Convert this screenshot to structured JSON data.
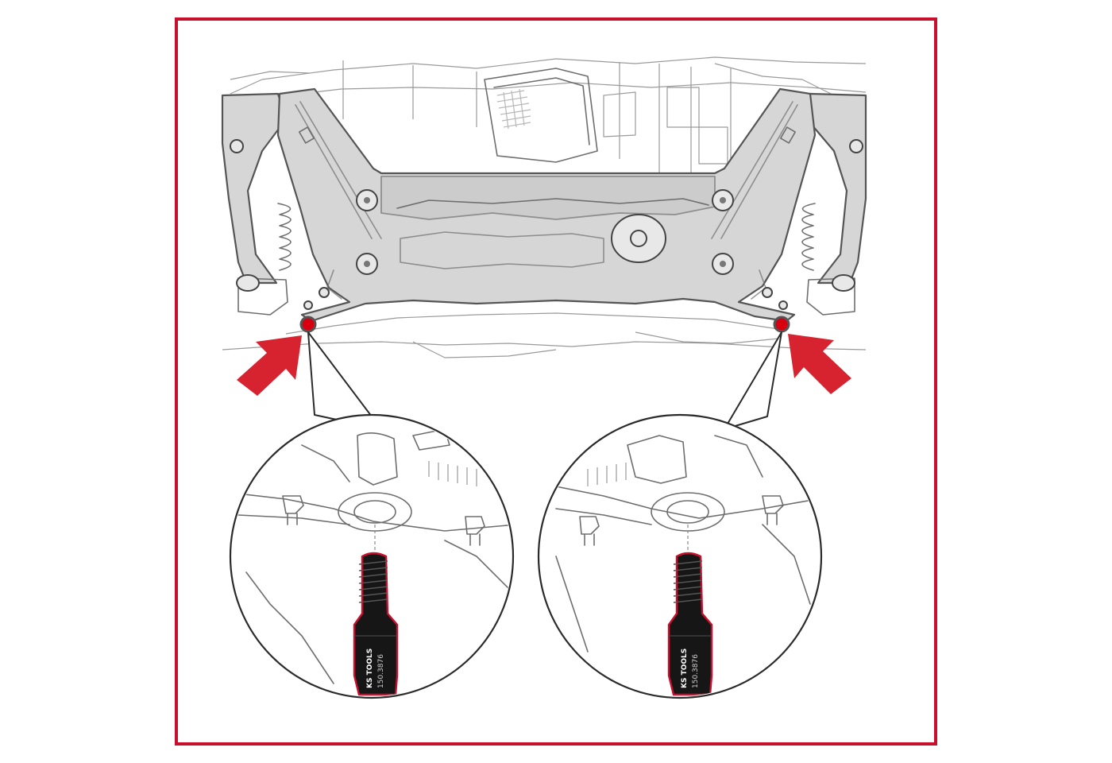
{
  "figure": {
    "colors": {
      "frame": "#c8102e",
      "arrow": "#d6232f",
      "marker": "#d8000f",
      "part_fill": "#d6d6d6",
      "tool_body": "#161616"
    },
    "icons": [
      "red-arrow-left-icon",
      "red-arrow-right-icon",
      "bolt-icon",
      "magnifier-lens-icon",
      "adapter-tool-icon"
    ]
  },
  "tools": [
    {
      "brand": "KS TOOLS",
      "part_no": "150.3876"
    },
    {
      "brand": "KS TOOLS",
      "part_no": "150.3876"
    }
  ]
}
